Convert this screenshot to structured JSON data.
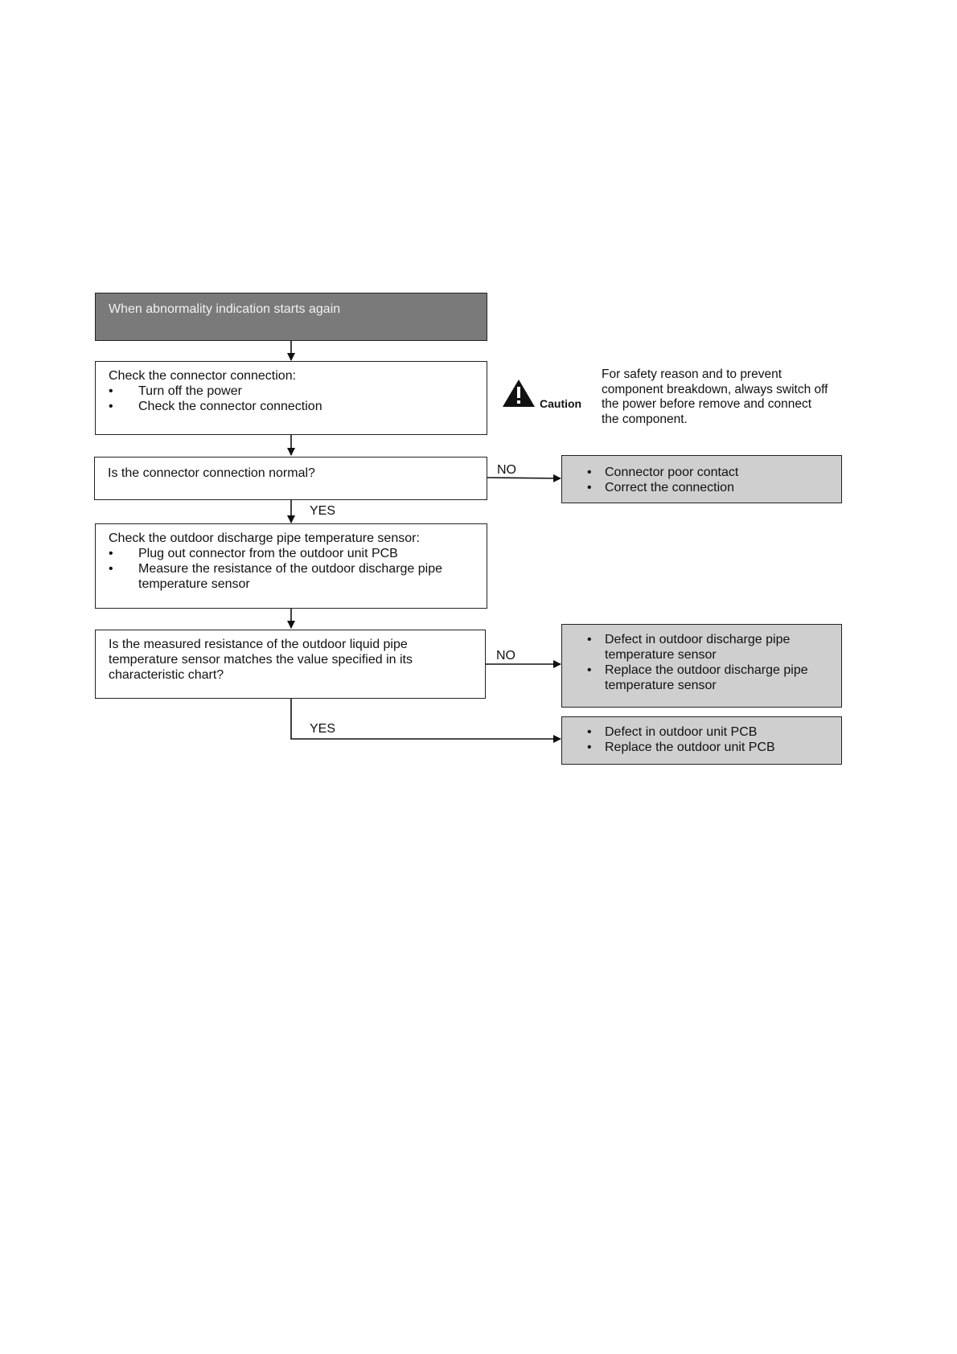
{
  "flow": {
    "start": "When abnormality indication starts again",
    "step1": {
      "heading": "Check the connector connection:",
      "items": [
        "Turn off the power",
        "Check the connector connection"
      ]
    },
    "decision1": "Is the connector connection normal?",
    "result1": [
      "Connector poor contact",
      "Correct the connection"
    ],
    "step2": {
      "heading": "Check the outdoor discharge pipe temperature sensor:",
      "items": [
        "Plug out connector from the outdoor unit PCB",
        "Measure the resistance of the outdoor discharge pipe temperature sensor"
      ]
    },
    "decision2": "Is the measured resistance of the outdoor liquid pipe temperature sensor matches the value specified in its characteristic chart?",
    "result2": [
      "Defect in outdoor discharge pipe temperature sensor",
      "Replace the outdoor discharge pipe temperature sensor"
    ],
    "result3": [
      "Defect in outdoor unit PCB",
      "Replace the outdoor unit PCB"
    ]
  },
  "labels": {
    "no1": "NO",
    "yes1": "YES",
    "no2": "NO",
    "yes2": "YES"
  },
  "caution": {
    "label": "Caution",
    "text": "For safety reason and to prevent component breakdown, always switch off the power before remove and connect the component.",
    "icon": "warning-triangle-icon"
  }
}
